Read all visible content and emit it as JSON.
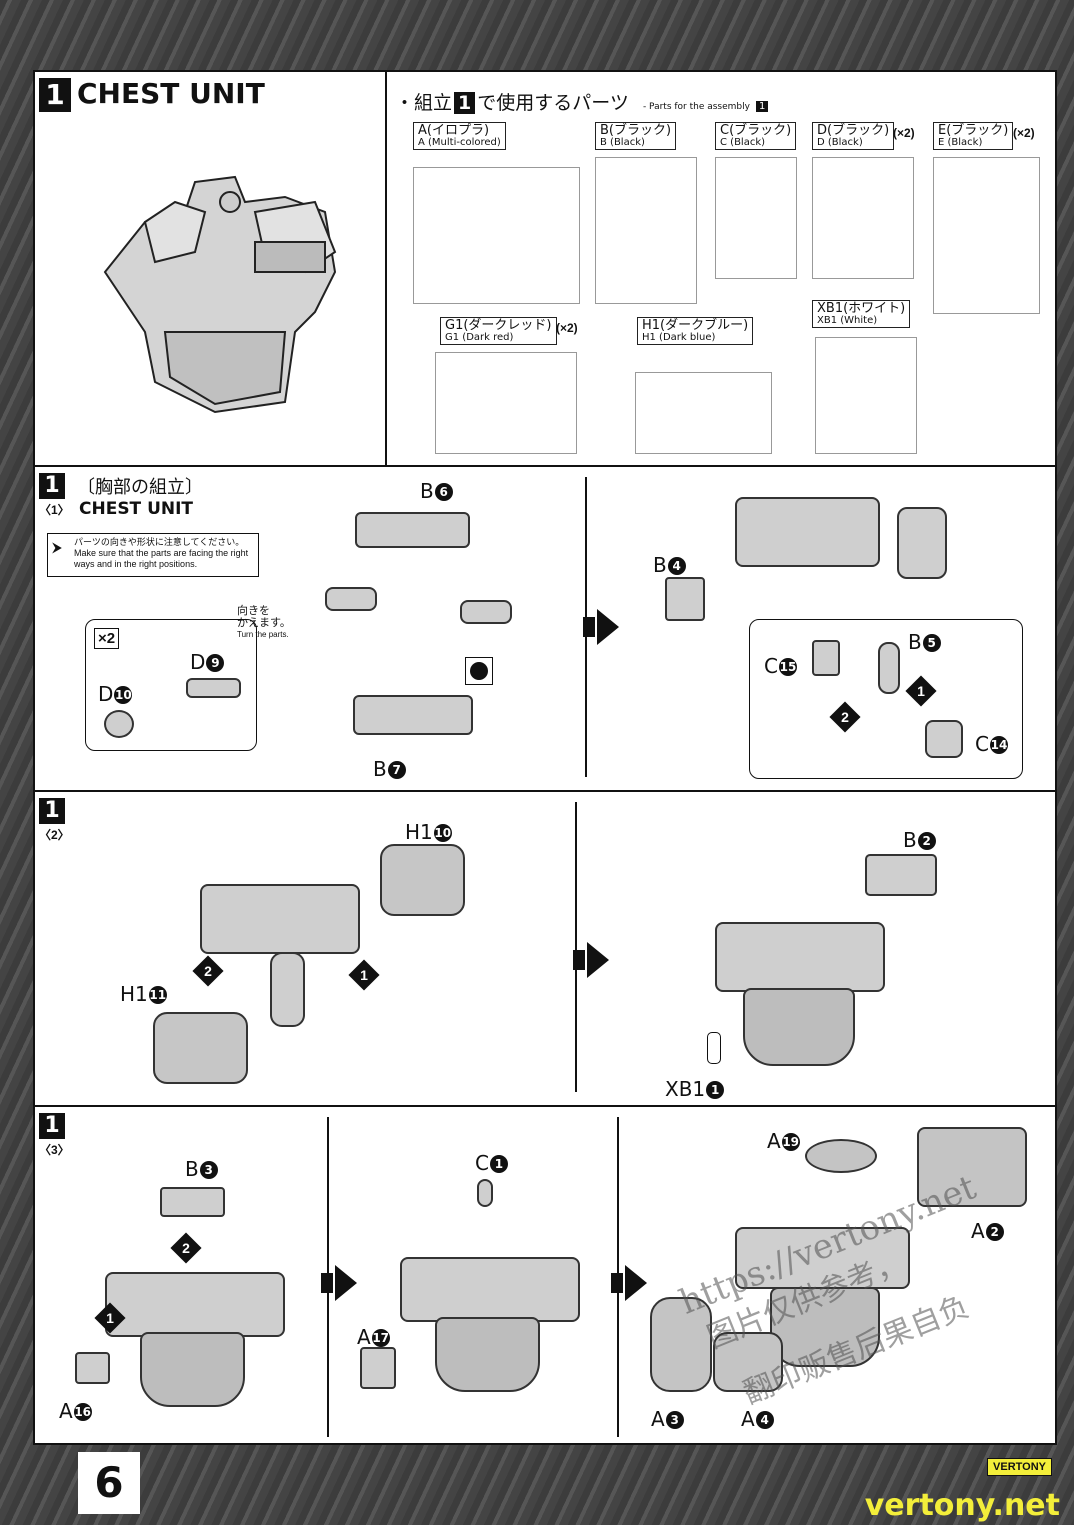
{
  "header": {
    "step_number": "1",
    "title": "CHEST UNIT"
  },
  "parts_panel": {
    "bullet": "・",
    "heading_jp_pre": "組立",
    "heading_num": "1",
    "heading_jp_post": "で使用するパーツ",
    "heading_en": "- Parts for the assembly",
    "heading_en_num": "1",
    "runners": [
      {
        "jp": "A(イロプラ)",
        "en": "A (Multi-colored)",
        "mult": ""
      },
      {
        "jp": "B(ブラック)",
        "en": "B (Black)",
        "mult": ""
      },
      {
        "jp": "C(ブラック)",
        "en": "C (Black)",
        "mult": ""
      },
      {
        "jp": "D(ブラック)",
        "en": "D (Black)",
        "mult": "(×2)"
      },
      {
        "jp": "E(ブラック)",
        "en": "E (Black)",
        "mult": "(×2)"
      },
      {
        "jp": "G1(ダークレッド)",
        "en": "G1 (Dark red)",
        "mult": "(×2)"
      },
      {
        "jp": "H1(ダークブルー)",
        "en": "H1 (Dark blue)",
        "mult": ""
      },
      {
        "jp": "XB1(ホワイト)",
        "en": "XB1 (White)",
        "mult": ""
      }
    ]
  },
  "step1": {
    "num": "1",
    "sub": "〈1〉",
    "title_jp": "〔胸部の組立〕",
    "title_en": "CHEST UNIT",
    "note_jp": "パーツの向きや形状に注意してください。",
    "note_en": "Make sure that the parts are facing the right ways and in the right positions.",
    "times": "×2",
    "turn_jp_1": "向きを",
    "turn_jp_2": "かえます。",
    "turn_en": "Turn the parts.",
    "labels": {
      "b6_l": "B",
      "b6_n": "6",
      "b7_l": "B",
      "b7_n": "7",
      "d9_l": "D",
      "d9_n": "9",
      "d10_l": "D",
      "d10_n": "10",
      "b4_l": "B",
      "b4_n": "4",
      "b5_l": "B",
      "b5_n": "5",
      "c15_l": "C",
      "c15_n": "15",
      "c14_l": "C",
      "c14_n": "14",
      "o1": "1",
      "o2": "2"
    }
  },
  "step2": {
    "num": "1",
    "sub": "〈2〉",
    "labels": {
      "h110_l": "H1",
      "h110_n": "10",
      "h111_l": "H1",
      "h111_n": "11",
      "b2_l": "B",
      "b2_n": "2",
      "xb1_l": "XB1",
      "xb1_n": "1",
      "o1": "1",
      "o2": "2"
    }
  },
  "step3": {
    "num": "1",
    "sub": "〈3〉",
    "labels": {
      "b3_l": "B",
      "b3_n": "3",
      "a16_l": "A",
      "a16_n": "16",
      "c1_l": "C",
      "c1_n": "1",
      "a17_l": "A",
      "a17_n": "17",
      "a19_l": "A",
      "a19_n": "19",
      "a2_l": "A",
      "a2_n": "2",
      "a3_l": "A",
      "a3_n": "3",
      "a4_l": "A",
      "a4_n": "4",
      "o1": "1",
      "o2": "2"
    }
  },
  "watermark": {
    "line1": "https://vertony.net",
    "line2": "图片仅供参考，",
    "line3": "翻印贩售后果自负"
  },
  "footer": {
    "page_number": "6",
    "brand_badge": "VERTONY",
    "brand": "vertony.net"
  }
}
